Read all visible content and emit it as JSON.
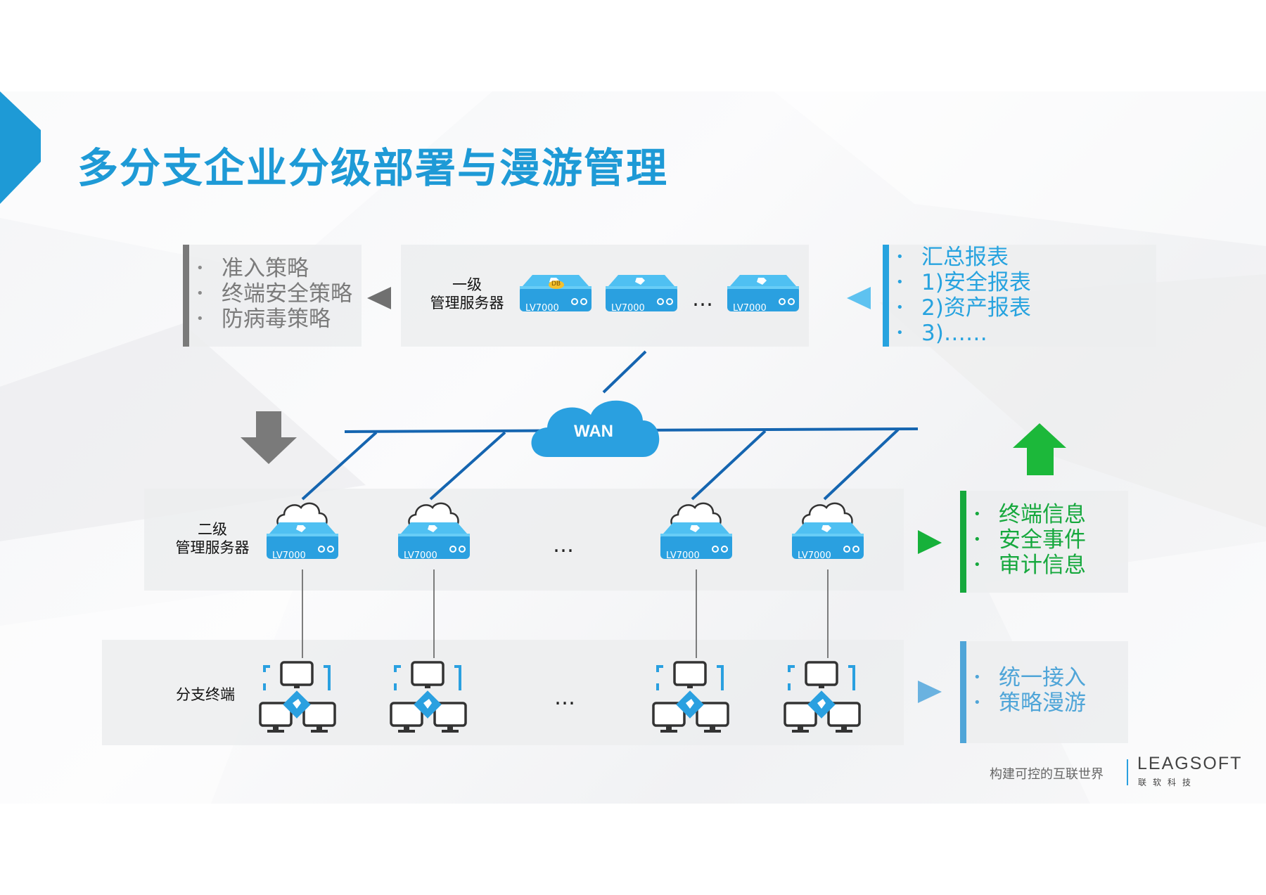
{
  "title": "多分支企业分级部署与漫游管理",
  "policy_panel": {
    "items": [
      "准入策略",
      "终端安全策略",
      "防病毒策略"
    ]
  },
  "report_panel": {
    "items": [
      "汇总报表",
      "1)安全报表",
      "2)资产报表",
      "3)……"
    ]
  },
  "info_panel": {
    "items": [
      "终端信息",
      "安全事件",
      "审计信息"
    ]
  },
  "roam_panel": {
    "items": [
      "统一接入",
      "策略漫游"
    ]
  },
  "tier1": {
    "label_line1": "一级",
    "label_line2": "管理服务器",
    "server_model": "LV7000",
    "db_badge": "DB",
    "ellipsis": "…"
  },
  "tier2": {
    "label_line1": "二级",
    "label_line2": "管理服务器",
    "server_model": "LV7000",
    "ellipsis": "…"
  },
  "branch": {
    "label": "分支终端",
    "ellipsis": "…"
  },
  "wan": {
    "label": "WAN"
  },
  "footer": {
    "slogan": "构建可控的互联世界",
    "brand": "LEAGSOFT",
    "brand_cn": "联软科技"
  },
  "colors": {
    "title_blue": "#1e9ad6",
    "server_blue": "#2aa0e0",
    "green": "#16a83d",
    "gray_arrow": "#7a7a7a"
  }
}
